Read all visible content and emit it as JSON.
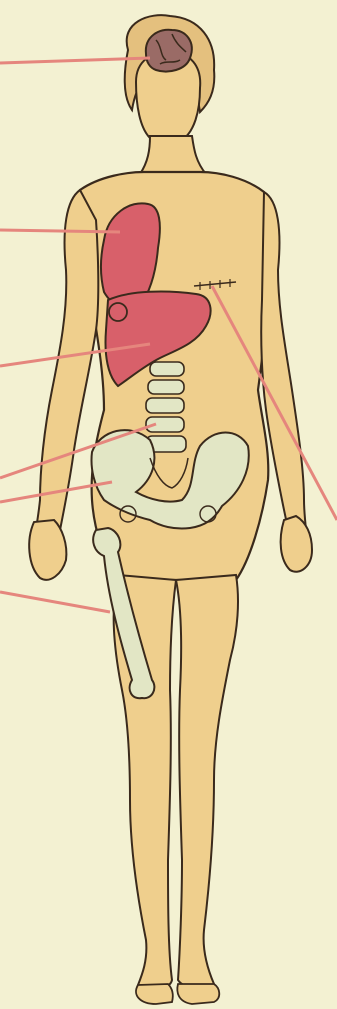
{
  "diagram": {
    "background": "#f3f1d2",
    "colors": {
      "skin": "#efcf8d",
      "skin_shadow": "#d9a862",
      "outline": "#3a2a1c",
      "hair": "#e4c07e",
      "organ": "#d8606a",
      "organ_dark": "#b7424f",
      "bone": "#e2e6c5",
      "bone_shadow": "#a9ae8a",
      "brain": "#9a6b66",
      "pointer": "#e5867d"
    },
    "pointers": [
      {
        "id": "brain",
        "target": "brain"
      },
      {
        "id": "chest",
        "target": "upper-organ"
      },
      {
        "id": "liver",
        "target": "liver"
      },
      {
        "id": "spine",
        "target": "lumbar-spine"
      },
      {
        "id": "pelvis",
        "target": "pelvis"
      },
      {
        "id": "femur",
        "target": "femur"
      },
      {
        "id": "scar",
        "target": "abdominal-incision"
      }
    ]
  }
}
